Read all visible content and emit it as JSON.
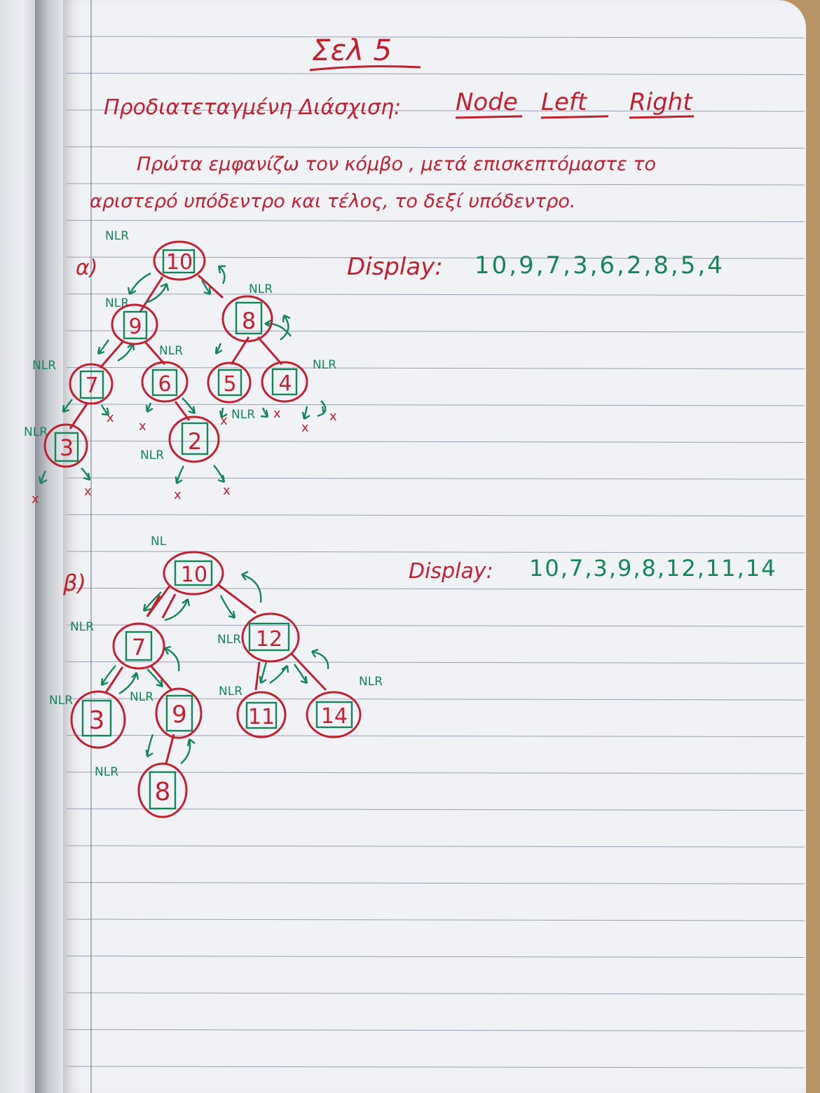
{
  "title": "Σελ 5",
  "heading": {
    "label": "Προδιατεταγμένη Διάσχιση:",
    "words": [
      "Node",
      "Left",
      "Right"
    ]
  },
  "description": {
    "line1": "Πρώτα εμφανίζω τον κόμβο , μετά επισκεπτόμαστε το",
    "line2": "αριστερό υπόδεντρο και τέλος, το δεξί υπόδεντρο."
  },
  "part_a": {
    "label": "α)",
    "display_label": "Display:",
    "display_values": "10,9,7,3,6,2,8,5,4",
    "nodes": [
      "10",
      "9",
      "8",
      "7",
      "6",
      "5",
      "4",
      "3",
      "2"
    ],
    "nlr": "NLR",
    "null_mark": "x"
  },
  "part_b": {
    "label": "β)",
    "display_label": "Display:",
    "display_values": "10,7,3,9,8,12,11,14",
    "nodes": [
      "10",
      "7",
      "12",
      "3",
      "9",
      "11",
      "14",
      "8"
    ],
    "nl": "NL",
    "nlr": "NLR"
  },
  "colors": {
    "red_ink": "#c0212f",
    "green_ink": "#15855a",
    "rule_line": "#9aa0ae",
    "margin_line": "#8a8fa0",
    "paper": "#f1f2f6"
  }
}
